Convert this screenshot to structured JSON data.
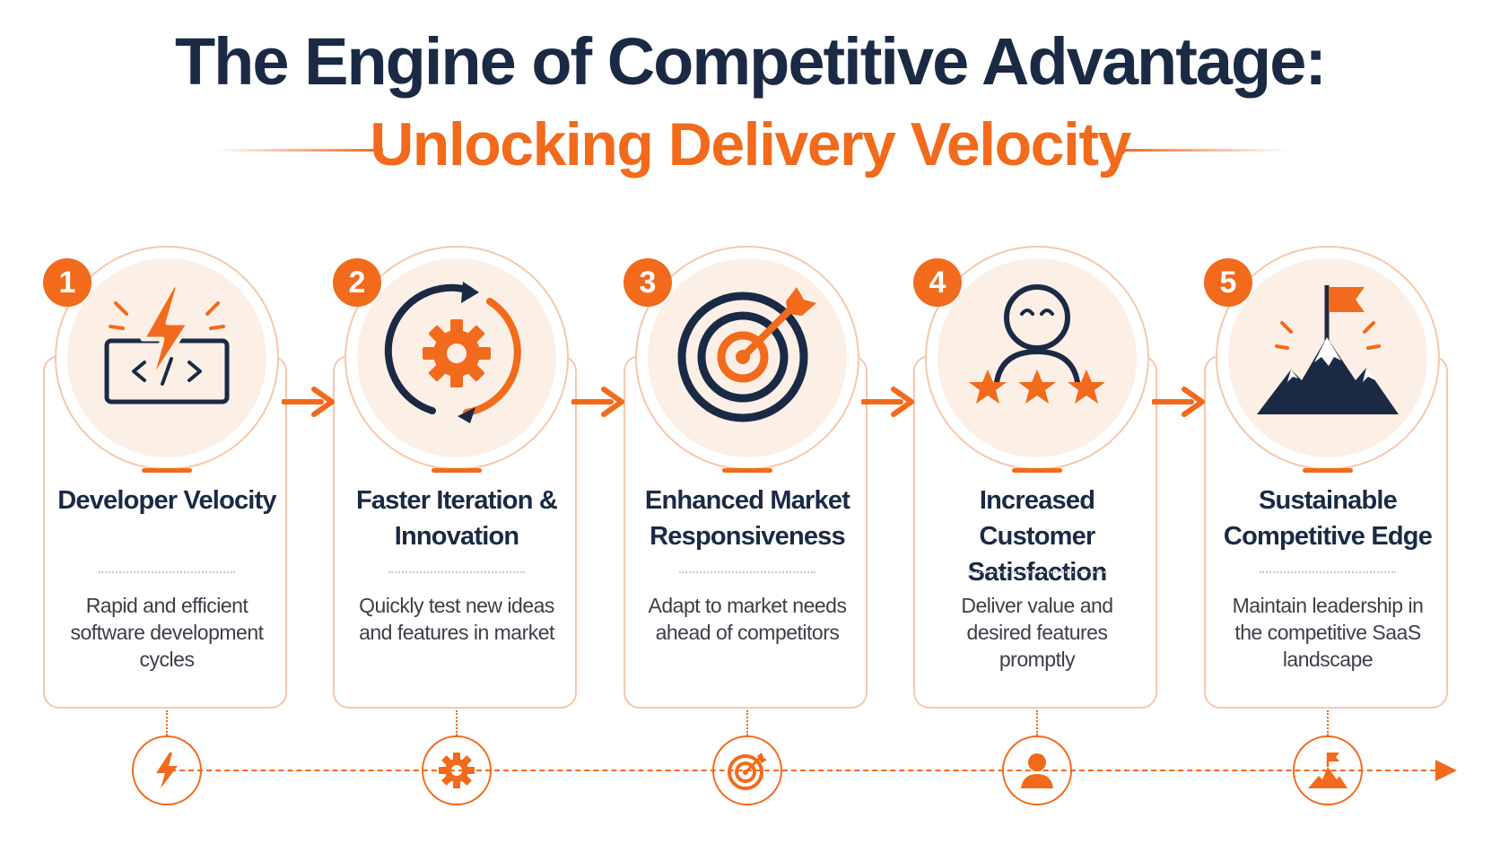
{
  "title": {
    "line1": "The Engine of Competitive Advantage:",
    "line2": "Unlocking Delivery Velocity"
  },
  "colors": {
    "accent": "#f26a1b",
    "navy": "#1b2a44",
    "halo_fill": "#fcefe6",
    "card_border": "#f6c8ab"
  },
  "steps": [
    {
      "number": "1",
      "title": "Developer Velocity",
      "description": "Rapid and efficient software development cycles",
      "icon": "lightning-code-icon",
      "bottom_icon": "lightning-icon"
    },
    {
      "number": "2",
      "title": "Faster Iteration & Innovation",
      "description": "Quickly test new ideas and features in market",
      "icon": "gear-cycle-icon",
      "bottom_icon": "gear-icon"
    },
    {
      "number": "3",
      "title": "Enhanced Market Responsiveness",
      "description": "Adapt to market needs ahead of competitors",
      "icon": "target-arrow-icon",
      "bottom_icon": "target-icon"
    },
    {
      "number": "4",
      "title": "Increased Customer Satisfaction",
      "description": "Deliver value and desired features promptly",
      "icon": "customer-stars-icon",
      "bottom_icon": "person-icon"
    },
    {
      "number": "5",
      "title": "Sustainable Competitive Edge",
      "description": "Maintain leadership in the competitive SaaS landscape",
      "icon": "mountain-flag-icon",
      "bottom_icon": "mountain-icon"
    }
  ]
}
